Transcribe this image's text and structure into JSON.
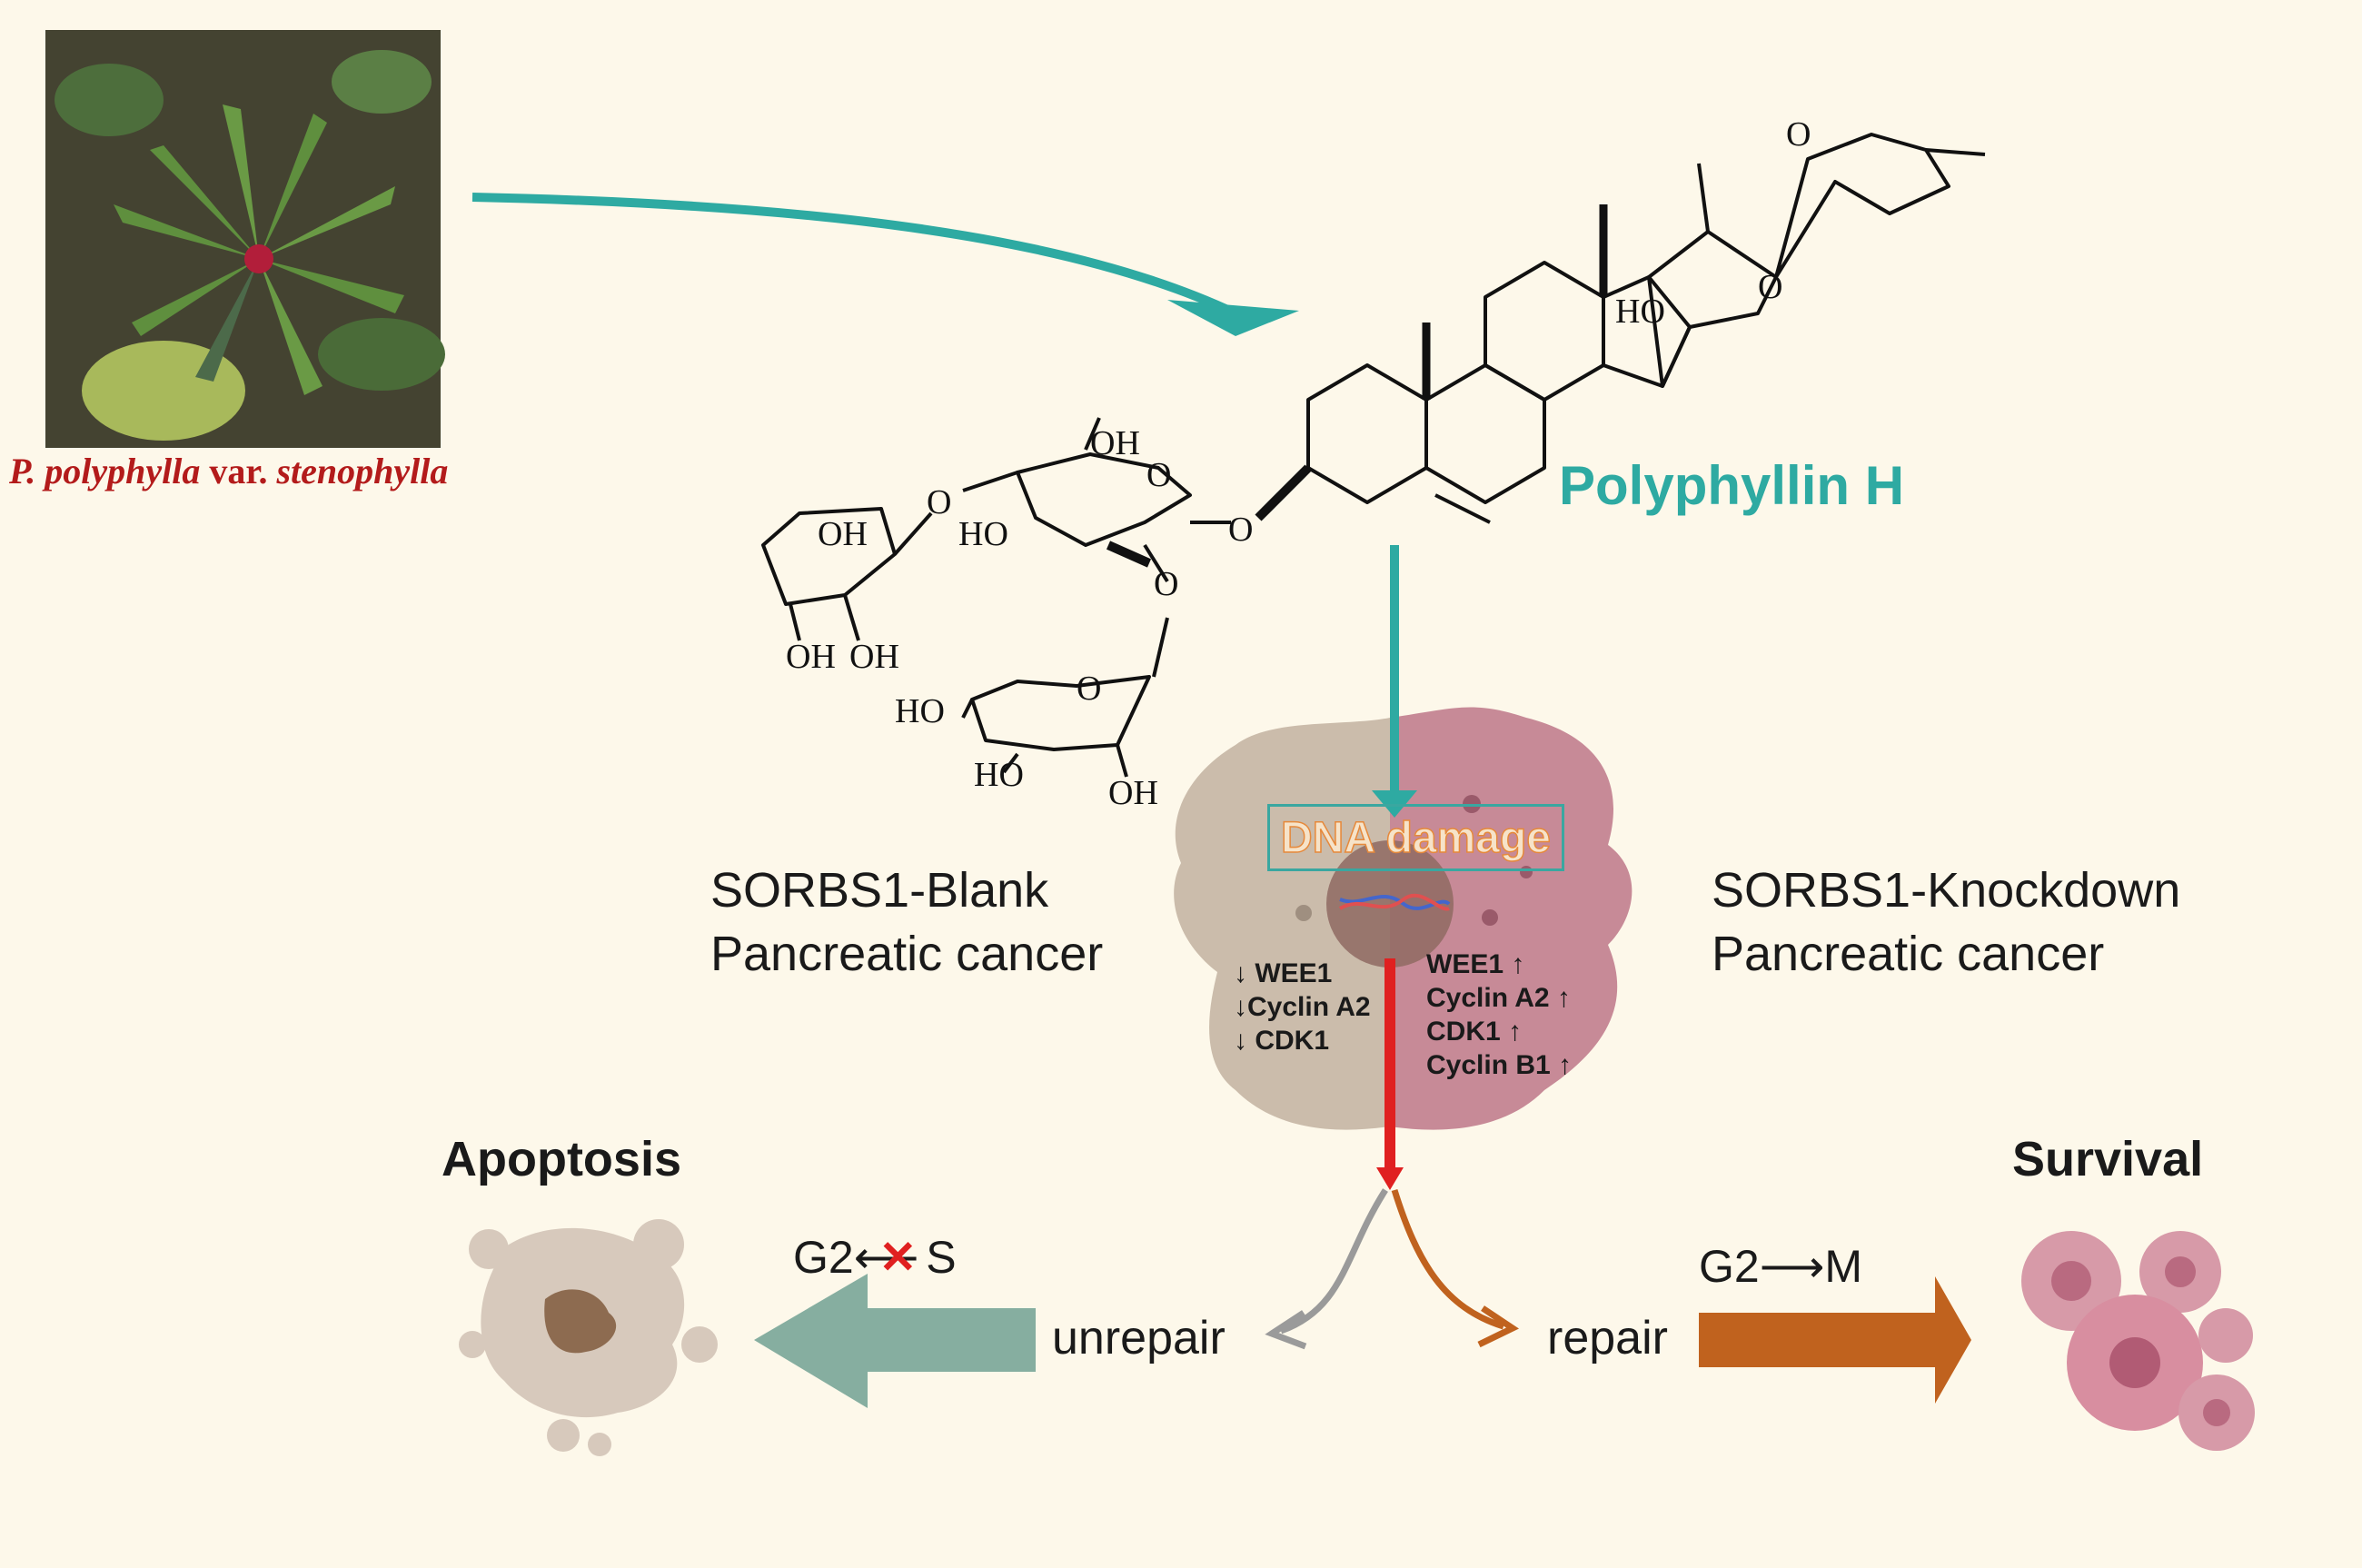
{
  "plant": {
    "caption_genus": "P. polyphylla",
    "caption_var": " var. ",
    "caption_species": "stenophylla"
  },
  "compound": {
    "name": "Polyphyllin H",
    "atom_labels": [
      "O",
      "O",
      "HO",
      "OH",
      "O",
      "O",
      "OH",
      "HO",
      "O",
      "OH",
      "OH",
      "O",
      "HO",
      "O",
      "HO",
      "OH"
    ]
  },
  "conditions": {
    "blank_line1": "SORBS1-Blank",
    "blank_line2": "Pancreatic cancer",
    "knockdown_line1": "SORBS1-Knockdown",
    "knockdown_line2": "Pancreatic cancer"
  },
  "dna_damage": "DNA damage",
  "markers_left": [
    "↓ WEE1",
    "↓Cyclin A2",
    "↓ CDK1"
  ],
  "markers_right": [
    "WEE1 ↑",
    "Cyclin A2 ↑",
    "CDK1 ↑",
    "Cyclin B1 ↑"
  ],
  "outcomes": {
    "left": "Apoptosis",
    "right": "Survival"
  },
  "processes": {
    "left": "unrepair",
    "right": "repair"
  },
  "transitions": {
    "left_from": "G2",
    "left_to": "S",
    "left_block": "✕",
    "right_from": "G2",
    "right_to": "M"
  },
  "colors": {
    "teal": "#2eaaa2",
    "red_path": "#e02020",
    "orange": "#c0621e",
    "apoptosis_arrow": "#86aea0",
    "title_red": "#b31b1b"
  }
}
